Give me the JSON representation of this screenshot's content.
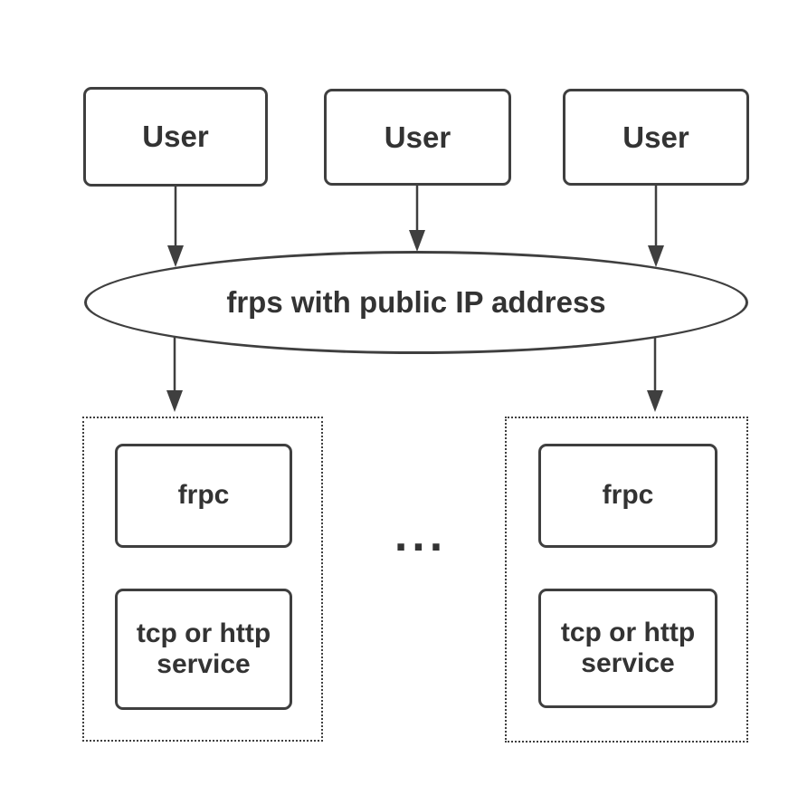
{
  "diagram": {
    "title_semantic": "frp reverse proxy architecture",
    "colors": {
      "background": "#ffffff",
      "line": "#3f3f3f",
      "text": "#333333"
    },
    "users": [
      {
        "label": "User"
      },
      {
        "label": "User"
      },
      {
        "label": "User"
      }
    ],
    "server": {
      "label": "frps with public IP address"
    },
    "client_groups": [
      {
        "frpc_label": "frpc",
        "service_label": "tcp or http service"
      },
      {
        "frpc_label": "frpc",
        "service_label": "tcp or http service"
      }
    ],
    "ellipsis": "..."
  }
}
